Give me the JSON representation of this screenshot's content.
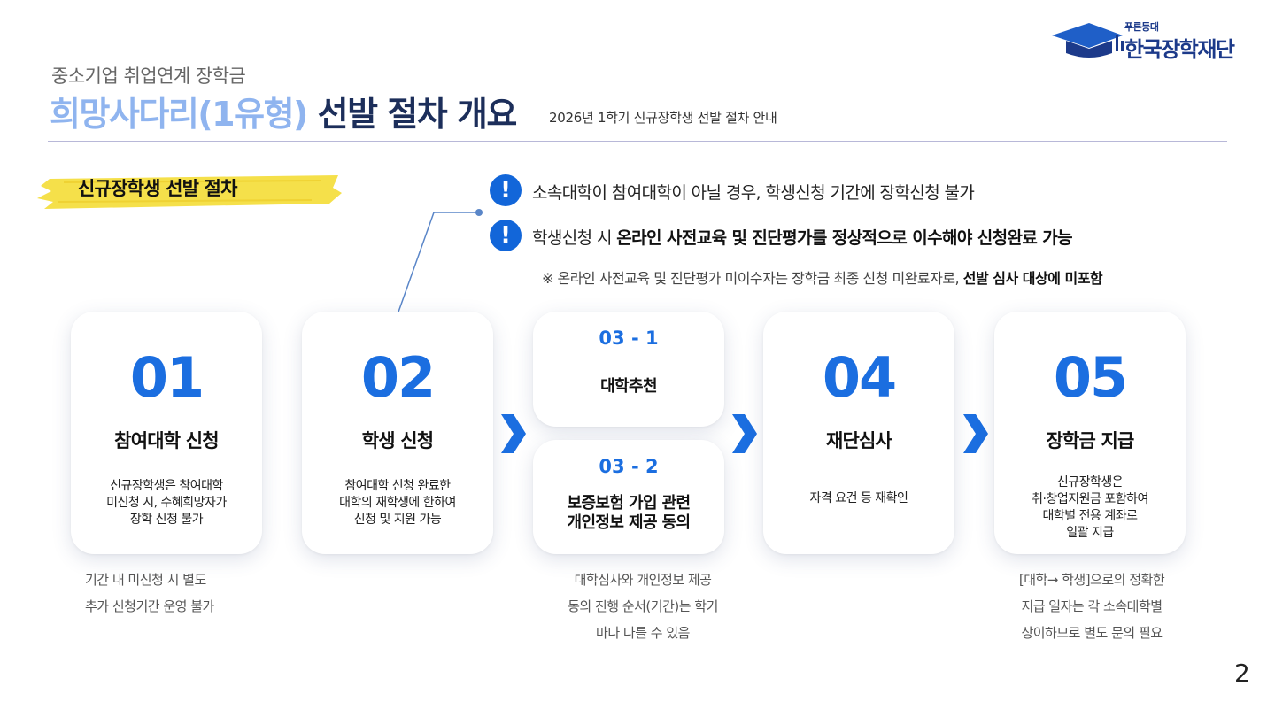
{
  "header": {
    "subtitle": "중소기업 취업연계 장학금",
    "title_highlight": "희망사다리(1유형)",
    "title_main": " 선발 절차 개요",
    "note": "2026년 1학기 신규장학생 선발 절차 안내"
  },
  "logo": {
    "small": "푸른등대",
    "main": "한국장학재단",
    "icon": "graduation-cap-icon"
  },
  "section": {
    "label": "신규장학생 선발 절차"
  },
  "notices": [
    {
      "icon": "exclamation-icon",
      "text": "소속대학이 참여대학이 아닐 경우, 학생신청 기간에 장학신청 불가"
    },
    {
      "icon": "exclamation-icon",
      "text_pre": "학생신청 시 ",
      "text_bold": "온라인 사전교육 및 진단평가를 정상적으로 이수해야 신청완료 가능"
    }
  ],
  "sub_notice": {
    "text": "※ 온라인 사전교육 및 진단평가 미이수자는 장학금 최종 신청 미완료자로, ",
    "bold": "선발 심사 대상에 미포함"
  },
  "steps": [
    {
      "num": "01",
      "title": "참여대학 신청",
      "desc": "신규장학생은 참여대학\n미신청 시, 수혜희망자가\n장학 신청 불가"
    },
    {
      "num": "02",
      "title": "학생 신청",
      "desc": "참여대학 신청 완료한\n대학의 재학생에 한하여\n신청 및 지원 가능"
    },
    {
      "num": "03 - 1",
      "title": "대학추천"
    },
    {
      "num": "03 - 2",
      "title": "보증보험 가입 관련\n개인정보 제공 동의"
    },
    {
      "num": "04",
      "title": "재단심사",
      "desc": "자격 요건 등 재확인"
    },
    {
      "num": "05",
      "title": "장학금 지급",
      "desc": "신규장학생은\n취·창업지원금 포함하여\n대학별 전용 계좌로\n일괄 지급"
    }
  ],
  "footnotes": {
    "step1": "기간 내 미신청 시 별도\n추가 신청기간 운영 불가",
    "step3": "대학심사와 개인정보 제공\n동의 진행 순서(기간)는 학기\n마다 다를 수 있음",
    "step5": "[대학→ 학생]으로의 정확한\n지급 일자는 각 소속대학별\n상이하므로 별도 문의 필요"
  },
  "page_number": "2",
  "colors": {
    "accent": "#1b6ee0",
    "title_highlight": "#8fb4ef",
    "title_dark": "#1c2e5a",
    "brush": "#f5e04a"
  }
}
